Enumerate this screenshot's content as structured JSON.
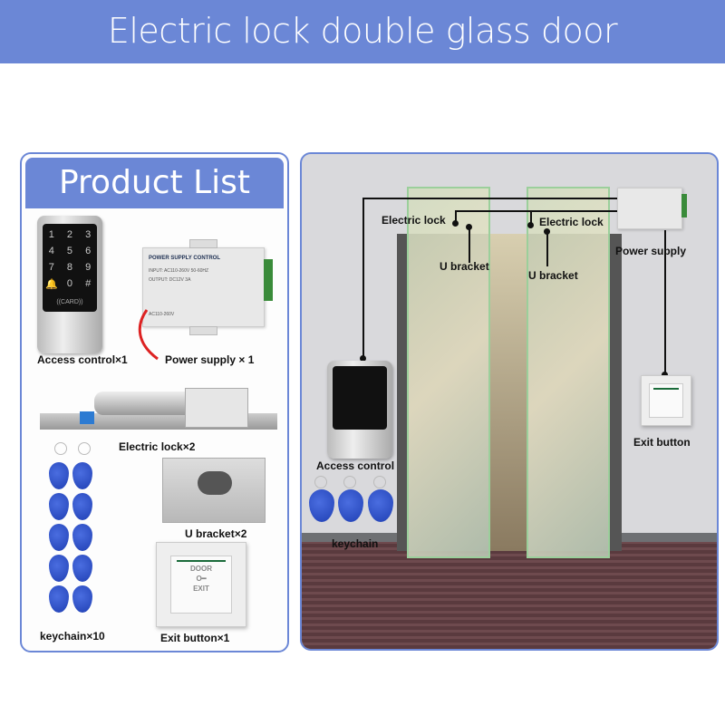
{
  "banner": {
    "title": "Electric lock double glass door",
    "bg_color": "#6b87d6"
  },
  "product_list": {
    "title": "Product List",
    "items": [
      {
        "label": "Access control×1"
      },
      {
        "label": "Power supply × 1"
      },
      {
        "label": "Electric lock×2"
      },
      {
        "label": "U bracket×2"
      },
      {
        "label": "keychain×10"
      },
      {
        "label": "Exit button×1"
      }
    ],
    "keypad_keys": [
      "1",
      "2",
      "3",
      "4",
      "5",
      "6",
      "7",
      "8",
      "9",
      "🔔",
      "0",
      "#"
    ],
    "keypad_card": "((CARD))",
    "psu": {
      "title": "POWER SUPPLY CONTROL",
      "input": "INPUT: AC110-260V 50-60HZ",
      "output": "OUTPUT: DC12V 3A",
      "ac": "AC110-260V"
    },
    "exit_button": {
      "line1": "DOOR",
      "key": "O━",
      "line2": "EXIT"
    }
  },
  "diagram": {
    "labels": {
      "electric_lock_left": "Electric lock",
      "electric_lock_right": "Electric lock",
      "u_bracket_left": "U bracket",
      "u_bracket_right": "U bracket",
      "power_supply": "Power supply",
      "access_control": "Access control",
      "keychain": "keychain",
      "exit_button": "Exit button"
    }
  }
}
